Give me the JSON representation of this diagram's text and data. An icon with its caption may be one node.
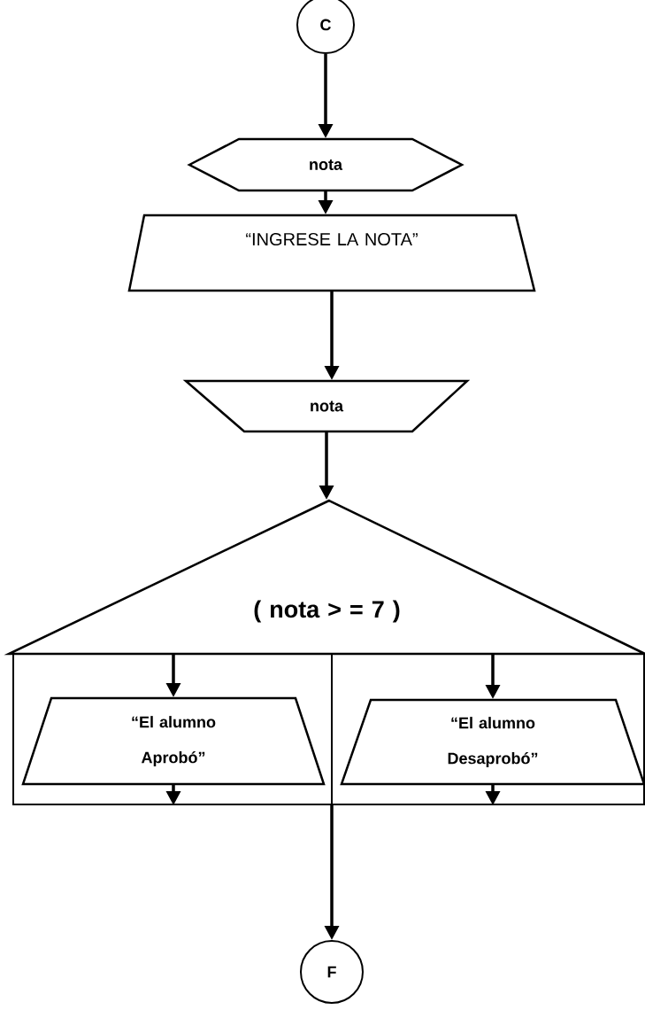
{
  "diagram": {
    "nodes": [
      {
        "text": [
          "C"
        ]
      },
      {
        "text": [
          "nota"
        ]
      },
      {
        "text": [
          "“INGRESE LA NOTA”"
        ]
      },
      {
        "text": [
          "nota"
        ]
      },
      {
        "text": [
          "( nota > = 7 )"
        ]
      },
      {
        "text": [],
        "shape": "box"
      },
      {
        "text": [],
        "shape": "box"
      },
      {
        "text": [
          "“El alumno Aprobó”"
        ],
        "in": 5
      },
      {
        "text": [
          "“El alumno Desaprobó”"
        ],
        "in": 6
      },
      {
        "text": [
          "F"
        ]
      }
    ],
    "edges": [
      {
        "from": 0,
        "to": 1,
        "arrow": "to"
      },
      {
        "from": 1,
        "to": 2,
        "arrow": "to"
      },
      {
        "from": 2,
        "to": 3,
        "arrow": "to"
      },
      {
        "from": 3,
        "to": 4,
        "arrow": "to"
      },
      {
        "from": 4,
        "to": 7,
        "arrow": "to"
      },
      {
        "from": 4,
        "to": 8,
        "arrow": "to"
      },
      {
        "from": 7,
        "to": 5,
        "arrow": "to"
      },
      {
        "from": 8,
        "to": 6,
        "arrow": "to"
      },
      {
        "from": 6,
        "to": 9,
        "arrow": "to"
      }
    ]
  }
}
